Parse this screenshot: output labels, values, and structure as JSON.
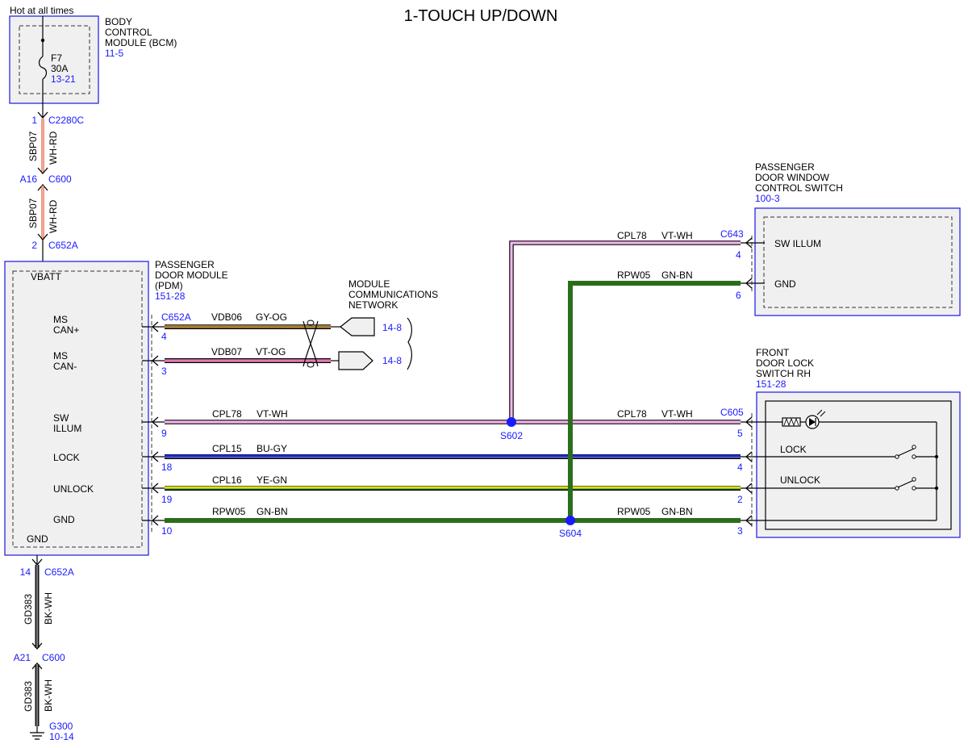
{
  "title": "1-TOUCH UP/DOWN",
  "colors": {
    "box_border": "#2828e6",
    "module_fill": "#f0f0f0",
    "blue_text": "#1a1aff",
    "splice": "#1a1aff",
    "wire_wh_rd": "#e05030",
    "wire_gy_og": "#8a7a4a",
    "wire_vt_og": "#e07ab0",
    "wire_vt_wh": "#e090d8",
    "wire_bu_gy": "#1c28d8",
    "wire_ye_gn": "#d8e020",
    "wire_gn_bn": "#2a6e1a",
    "wire_bk_wh": "#111111"
  },
  "bcm": {
    "hot_label": "Hot at all times",
    "name_line1": "BODY",
    "name_line2": "CONTROL",
    "name_line3": "MODULE (BCM)",
    "ref": "11-5",
    "fuse_name": "F7",
    "fuse_rating": "30A",
    "fuse_ref": "13-21"
  },
  "upper_feed": {
    "pin_top": "1",
    "conn_top": "C2280C",
    "circuit": "SBP07",
    "color": "WH-RD",
    "pin_mid": "A16",
    "conn_mid": "C600",
    "circuit2": "SBP07",
    "color2": "WH-RD",
    "pin_bot": "2",
    "conn_bot": "C652A"
  },
  "pdm": {
    "name_line1": "PASSENGER",
    "name_line2": "DOOR MODULE",
    "name_line3": "(PDM)",
    "ref": "151-28",
    "vbatt": "VBATT",
    "ms_can_plus_1": "MS",
    "ms_can_plus_2": "CAN+",
    "ms_can_minus_1": "MS",
    "ms_can_minus_2": "CAN-",
    "sw_illum_1": "SW",
    "sw_illum_2": "ILLUM",
    "lock": "LOCK",
    "unlock": "UNLOCK",
    "gnd": "GND",
    "gnd_bottom": "GND",
    "conn": "C652A"
  },
  "network": {
    "line1": "MODULE",
    "line2": "COMMUNICATIONS",
    "line3": "NETWORK",
    "ref_a": "14-8",
    "ref_b": "14-8"
  },
  "wires": {
    "can_hi": {
      "pin": "4",
      "circuit": "VDB06",
      "color": "GY-OG"
    },
    "can_lo": {
      "pin": "3",
      "circuit": "VDB07",
      "color": "VT-OG"
    },
    "illum": {
      "pin": "9",
      "circuit": "CPL78",
      "color": "VT-WH",
      "splice": "S602",
      "right_circuit": "CPL78",
      "right_color": "VT-WH",
      "right_pin": "5",
      "right_conn": "C605"
    },
    "lock": {
      "pin": "18",
      "circuit": "CPL15",
      "color": "BU-GY",
      "right_pin": "4"
    },
    "unlock": {
      "pin": "19",
      "circuit": "CPL16",
      "color": "YE-GN",
      "right_pin": "2"
    },
    "gnd": {
      "pin": "10",
      "circuit": "RPW05",
      "color": "GN-BN",
      "splice": "S604",
      "right_circuit": "RPW05",
      "right_color": "GN-BN",
      "right_pin": "3"
    },
    "upper_illum": {
      "circuit": "CPL78",
      "color": "VT-WH",
      "conn": "C643",
      "pin": "4"
    },
    "upper_gnd": {
      "circuit": "RPW05",
      "color": "GN-BN",
      "pin": "6"
    }
  },
  "window_switch": {
    "name_line1": "PASSENGER",
    "name_line2": "DOOR WINDOW",
    "name_line3": "CONTROL SWITCH",
    "ref": "100-3",
    "sw_illum": "SW ILLUM",
    "gnd": "GND"
  },
  "lock_switch": {
    "name_line1": "FRONT",
    "name_line2": "DOOR LOCK",
    "name_line3": "SWITCH RH",
    "ref": "151-28",
    "lock": "LOCK",
    "unlock": "UNLOCK"
  },
  "ground_feed": {
    "pin_top": "14",
    "conn_top": "C652A",
    "circuit": "GD383",
    "color": "BK-WH",
    "pin_mid": "A21",
    "conn_mid": "C600",
    "circuit2": "GD383",
    "color2": "BK-WH",
    "ground": "G300",
    "ground_ref": "10-14"
  }
}
